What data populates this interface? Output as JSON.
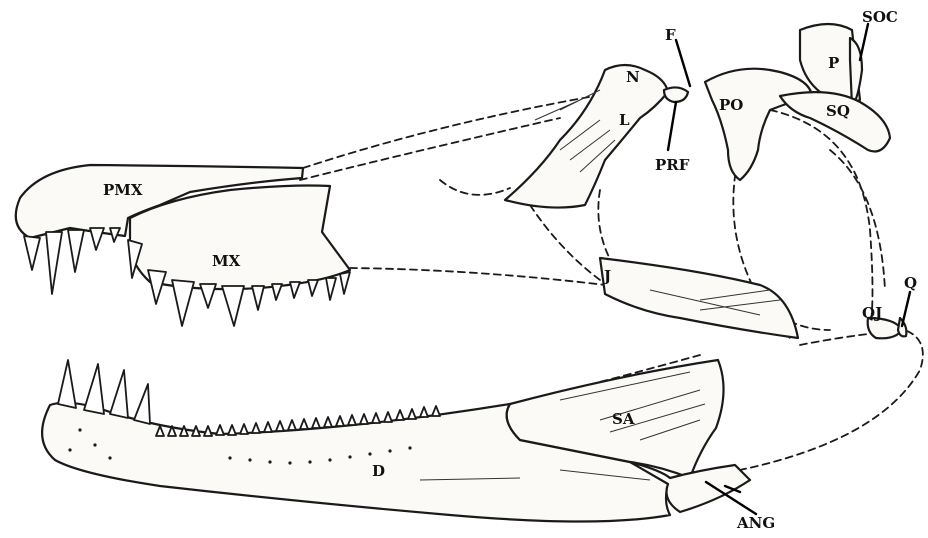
{
  "labels": {
    "premaxilla": "PMX",
    "maxilla": "MX",
    "nasal": "N",
    "frontal": "F",
    "lacrimal": "L",
    "prefrontal": "PRF",
    "postorbital": "PO",
    "parietal": "P",
    "supraoccipital": "SOC",
    "squamosal": "SQ",
    "jugal": "J",
    "quadratojugal": "QJ",
    "quadrate": "Q",
    "surangular": "SA",
    "dentary": "D",
    "angular": "ANG"
  },
  "colors": {
    "ink": "#1a1a1a",
    "bone_fill": "#fbfaf6",
    "background": "#ffffff"
  }
}
